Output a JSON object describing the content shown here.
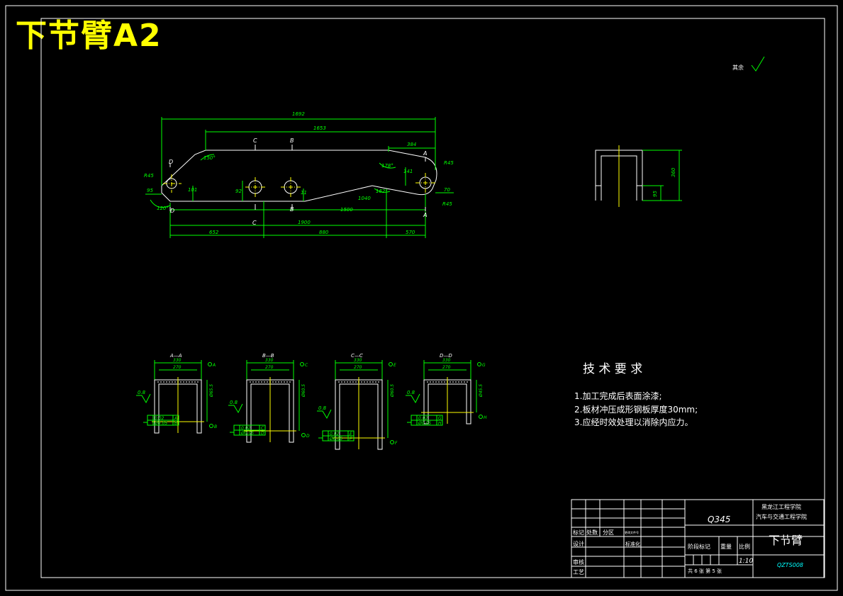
{
  "header": {
    "title": "下节臂A2"
  },
  "roughness": {
    "label": "其余"
  },
  "main_view": {
    "dims": {
      "overall": "1692",
      "top": "1653",
      "right_top": "384",
      "left_stub": "95",
      "r_right": "R45",
      "r_left": "R45",
      "r_bottom": "R45",
      "d_right": "70",
      "h_right": "141",
      "h_left": "101",
      "h_mid": "92",
      "bot1": "1500",
      "bot_mid": "1040",
      "bottom_total": "1900",
      "seg1": "652",
      "seg2": "880",
      "seg3": "570",
      "angle1": "150°",
      "angle2": "178°",
      "angle3": "162°",
      "angle4": "120°",
      "d_small": "11"
    },
    "labels": {
      "a1": "A",
      "a2": "A",
      "b1": "B",
      "b2": "B",
      "c1": "C",
      "c2": "C",
      "d1": "D",
      "d2": "D"
    }
  },
  "side_view": {
    "dim_height": "360",
    "dim_small": "95"
  },
  "sections": [
    {
      "title": "A—A",
      "w_outer": "330",
      "w_inner": "270",
      "ra": "0.8",
      "tol_flat": "0.02",
      "tol_flat_ref": "A",
      "tol_pos": "Ø0.05",
      "tol_pos_ref": "B",
      "datum1": "A",
      "datum2": "B",
      "vdim": "Ø65.5"
    },
    {
      "title": "B—B",
      "w_outer": "330",
      "w_inner": "270",
      "ra": "0.8",
      "tol_flat": "0.02",
      "tol_flat_ref": "C",
      "tol_pos": "Ø0.05",
      "tol_pos_ref": "D",
      "datum1": "C",
      "datum2": "D",
      "vdim": "Ø60.5"
    },
    {
      "title": "C—C",
      "w_outer": "330",
      "w_inner": "270",
      "ra": "0.8",
      "tol_flat": "0.02",
      "tol_flat_ref": "E",
      "tol_pos": "Ø0.05",
      "tol_pos_ref": "F",
      "datum1": "E",
      "datum2": "F",
      "vdim": "Ø60.5"
    },
    {
      "title": "D—D",
      "w_outer": "330",
      "w_inner": "270",
      "ra": "0.8",
      "tol_flat": "0.02",
      "tol_flat_ref": "G",
      "tol_pos": "Ø0.05",
      "tol_pos_ref": "H",
      "datum1": "G",
      "datum2": "H",
      "vdim": "Ø45.5"
    }
  ],
  "tech_req": {
    "title": "技 术 要 求",
    "items": [
      "1.加工完成后表面涂漆;",
      "2.板材冲压成形钢板厚度30mm;",
      "3.应经时效处理以消除内应力。"
    ]
  },
  "title_block": {
    "material": "Q345",
    "institution_1": "黑龙江工程学院",
    "institution_2": "汽车与交通工程学院",
    "part_name": "下节臂",
    "drawing_no": "QZTS008",
    "scale": "1:10",
    "row_labels": [
      "标记",
      "处数",
      "分区",
      "更改文件号"
    ],
    "design": "设计",
    "standardize": "标准化",
    "review": "审核",
    "process": "工艺",
    "stage_mark": "阶段标记",
    "weight": "重量",
    "ratio": "比例",
    "sheets": "共 6 张  第 5 张"
  }
}
